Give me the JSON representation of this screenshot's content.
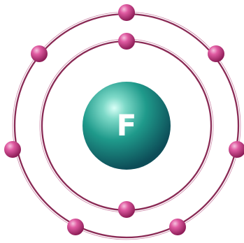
{
  "nucleus": {
    "symbol": "F"
  },
  "shells": [
    {
      "name": "inner-shell",
      "electrons": 2
    },
    {
      "name": "outer-shell",
      "electrons": 7
    }
  ],
  "colors": {
    "orbit": "#8a2a55",
    "electron": "#d8388c",
    "electron_highlight": "#f6c2df",
    "electron_shadow": "#8d1d57",
    "nucleus": "#1f9a8b",
    "nucleus_highlight": "#d9fff7",
    "nucleus_shadow": "#0d4d58"
  }
}
